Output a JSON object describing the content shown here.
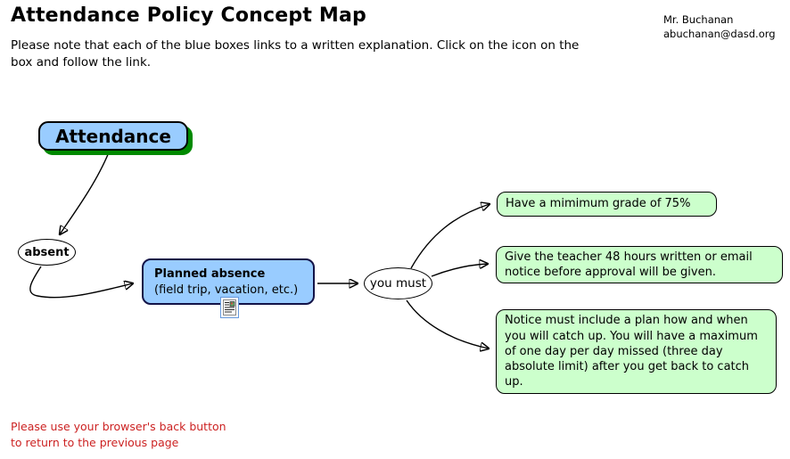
{
  "header": {
    "title": "Attendance Policy Concept Map",
    "subtitle": "Please note that each of the blue boxes links to a written explanation. Click on the icon on the box and follow the link.",
    "contact_name": "Mr. Buchanan",
    "contact_email": "abuchanan@dasd.org"
  },
  "map": {
    "root_label": "Attendance",
    "absent_label": "absent",
    "planned_title": "Planned absence",
    "planned_subtitle": "(field trip, vacation, etc.)",
    "youmust_label": "you must",
    "doc_icon": "document-link-icon",
    "requirements": [
      "Have a mimimum grade of 75%",
      "Give the teacher 48 hours written or email notice before approval will be given.",
      "Notice must include a plan how and when you will catch up. You will have a maximum of one day per day missed (three day absolute limit) after you get back to catch up."
    ]
  },
  "footer": {
    "note": "Please use your browser's back button to return to the previous page"
  },
  "colors": {
    "blue_node_fill": "#99CCFF",
    "green_node_fill": "#CCFFCC",
    "root_shadow_green": "#008A00",
    "planned_border": "#131347",
    "footer_red": "#CC2222"
  }
}
